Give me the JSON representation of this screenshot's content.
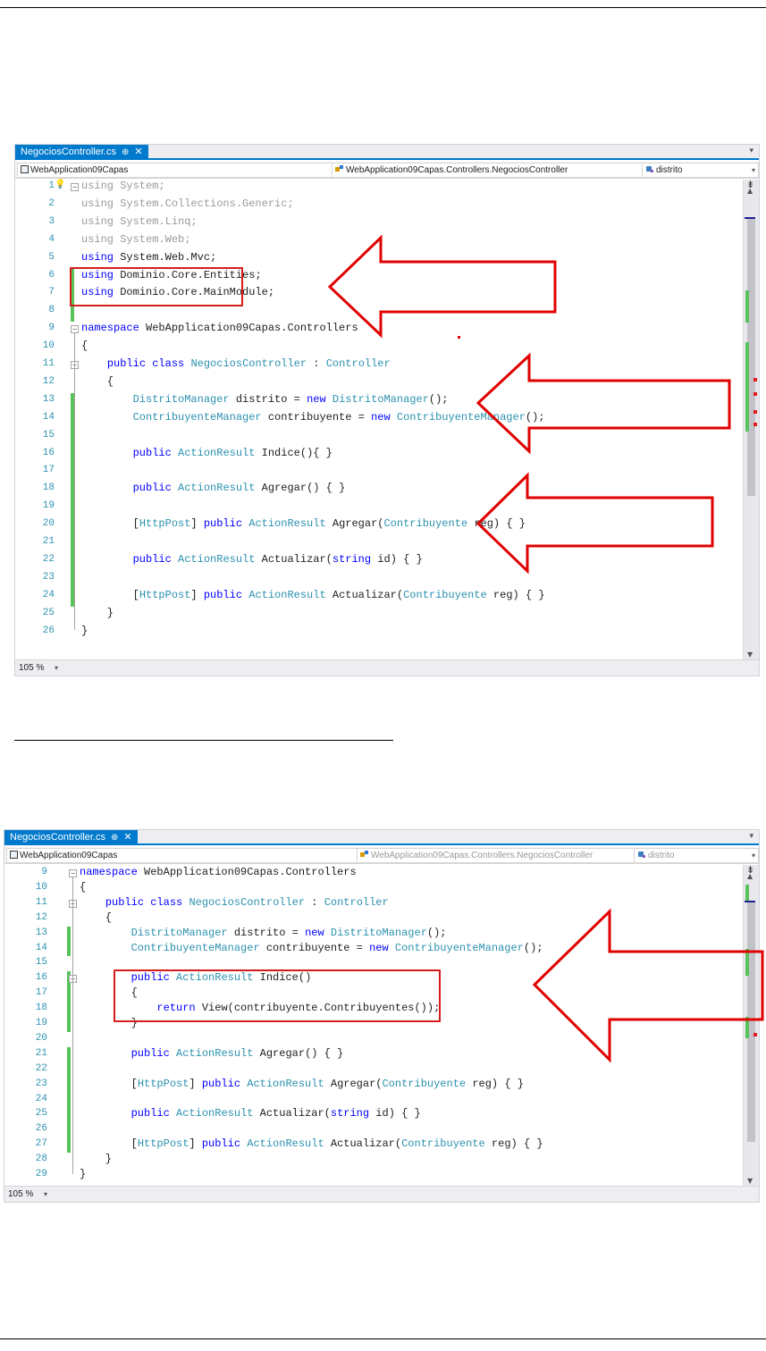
{
  "editor_1": {
    "tab": {
      "title": "NegociosController.cs",
      "pin": "⊕",
      "close": "✕"
    },
    "nav": {
      "project": "WebApplication09Capas",
      "class_path": "WebApplication09Capas.Controllers.NegociosController",
      "member": "distrito"
    },
    "zoom": "105 %",
    "lines": [
      {
        "n": "1",
        "tokens": [
          [
            "dim",
            "using System;"
          ]
        ]
      },
      {
        "n": "2",
        "tokens": [
          [
            "dim",
            "using System.Collections.Generic;"
          ]
        ]
      },
      {
        "n": "3",
        "tokens": [
          [
            "dim",
            "using System.Linq;"
          ]
        ]
      },
      {
        "n": "4",
        "tokens": [
          [
            "dim",
            "using System.Web;"
          ]
        ]
      },
      {
        "n": "5",
        "tokens": [
          [
            "kw",
            "using"
          ],
          [
            "",
            "System.Web.Mvc;"
          ]
        ]
      },
      {
        "n": "6",
        "tokens": [
          [
            "kw",
            "using"
          ],
          [
            "",
            "Dominio.Core.Entities;"
          ]
        ]
      },
      {
        "n": "7",
        "tokens": [
          [
            "kw",
            "using"
          ],
          [
            "",
            "Dominio.Core.MainModule;"
          ]
        ]
      },
      {
        "n": "8",
        "tokens": []
      },
      {
        "n": "9",
        "tokens": [
          [
            "kw",
            "namespace"
          ],
          [
            "",
            "WebApplication09Capas.Controllers"
          ]
        ]
      },
      {
        "n": "10",
        "tokens": [
          [
            "",
            "{"
          ]
        ]
      },
      {
        "n": "11",
        "tokens": [
          [
            "",
            "    "
          ],
          [
            "kw",
            "public"
          ],
          [
            "kw",
            "class"
          ],
          [
            "ty",
            "NegociosController"
          ],
          [
            "",
            ":"
          ],
          [
            "ty",
            "Controller"
          ]
        ]
      },
      {
        "n": "12",
        "tokens": [
          [
            "",
            "    {"
          ]
        ]
      },
      {
        "n": "13",
        "tokens": [
          [
            "",
            "        "
          ],
          [
            "ty",
            "DistritoManager"
          ],
          [
            "",
            "distrito ="
          ],
          [
            "kw",
            "new"
          ],
          [
            "ty",
            "DistritoManager"
          ],
          [
            "",
            "();"
          ]
        ]
      },
      {
        "n": "14",
        "tokens": [
          [
            "",
            "        "
          ],
          [
            "ty",
            "ContribuyenteManager"
          ],
          [
            "",
            "contribuyente ="
          ],
          [
            "kw",
            "new"
          ],
          [
            "ty",
            "ContribuyenteManager"
          ],
          [
            "",
            "();"
          ]
        ]
      },
      {
        "n": "15",
        "tokens": []
      },
      {
        "n": "16",
        "tokens": [
          [
            "",
            "        "
          ],
          [
            "kw",
            "public"
          ],
          [
            "ty",
            "ActionResult"
          ],
          [
            "",
            "Indice(){ }"
          ]
        ]
      },
      {
        "n": "17",
        "tokens": []
      },
      {
        "n": "18",
        "tokens": [
          [
            "",
            "        "
          ],
          [
            "kw",
            "public"
          ],
          [
            "ty",
            "ActionResult"
          ],
          [
            "",
            "Agregar() { }"
          ]
        ]
      },
      {
        "n": "19",
        "tokens": []
      },
      {
        "n": "20",
        "tokens": [
          [
            "",
            "        ["
          ],
          [
            "ty",
            "HttpPost"
          ],
          [
            "",
            "]"
          ],
          [
            "kw",
            "public"
          ],
          [
            "ty",
            "ActionResult"
          ],
          [
            "",
            "Agregar("
          ],
          [
            "ty",
            "Contribuyente"
          ],
          [
            "",
            "reg) { }"
          ]
        ]
      },
      {
        "n": "21",
        "tokens": []
      },
      {
        "n": "22",
        "tokens": [
          [
            "",
            "        "
          ],
          [
            "kw",
            "public"
          ],
          [
            "ty",
            "ActionResult"
          ],
          [
            "",
            "Actualizar("
          ],
          [
            "kw",
            "string"
          ],
          [
            "",
            "id) { }"
          ]
        ]
      },
      {
        "n": "23",
        "tokens": []
      },
      {
        "n": "24",
        "tokens": [
          [
            "",
            "        ["
          ],
          [
            "ty",
            "HttpPost"
          ],
          [
            "",
            "]"
          ],
          [
            "kw",
            "public"
          ],
          [
            "ty",
            "ActionResult"
          ],
          [
            "",
            "Actualizar("
          ],
          [
            "ty",
            "Contribuyente"
          ],
          [
            "",
            "reg) { }"
          ]
        ]
      },
      {
        "n": "25",
        "tokens": [
          [
            "",
            "    }"
          ]
        ]
      },
      {
        "n": "26",
        "tokens": [
          [
            "",
            "}"
          ]
        ]
      }
    ]
  },
  "editor_2": {
    "tab": {
      "title": "NegociosController.cs",
      "pin": "⊕",
      "close": "✕"
    },
    "nav": {
      "project": "WebApplication09Capas",
      "class_path": "WebApplication09Capas.Controllers.NegociosController",
      "member": "distrito"
    },
    "zoom": "105 %",
    "lines": [
      {
        "n": "9",
        "tokens": [
          [
            "kw",
            "namespace"
          ],
          [
            "",
            "WebApplication09Capas.Controllers"
          ]
        ]
      },
      {
        "n": "10",
        "tokens": [
          [
            "",
            "{"
          ]
        ]
      },
      {
        "n": "11",
        "tokens": [
          [
            "",
            "    "
          ],
          [
            "kw",
            "public"
          ],
          [
            "kw",
            "class"
          ],
          [
            "ty",
            "NegociosController"
          ],
          [
            "",
            ":"
          ],
          [
            "ty",
            "Controller"
          ]
        ]
      },
      {
        "n": "12",
        "tokens": [
          [
            "",
            "    {"
          ]
        ]
      },
      {
        "n": "13",
        "tokens": [
          [
            "",
            "        "
          ],
          [
            "ty",
            "DistritoManager"
          ],
          [
            "",
            "distrito ="
          ],
          [
            "kw",
            "new"
          ],
          [
            "ty",
            "DistritoManager"
          ],
          [
            "",
            "();"
          ]
        ]
      },
      {
        "n": "14",
        "tokens": [
          [
            "",
            "        "
          ],
          [
            "ty",
            "ContribuyenteManager"
          ],
          [
            "",
            "contribuyente ="
          ],
          [
            "kw",
            "new"
          ],
          [
            "ty",
            "ContribuyenteManager"
          ],
          [
            "",
            "();"
          ]
        ]
      },
      {
        "n": "15",
        "tokens": []
      },
      {
        "n": "16",
        "tokens": [
          [
            "",
            "        "
          ],
          [
            "kw",
            "public"
          ],
          [
            "ty",
            "ActionResult"
          ],
          [
            "",
            "Indice()"
          ]
        ]
      },
      {
        "n": "17",
        "tokens": [
          [
            "",
            "        {"
          ]
        ]
      },
      {
        "n": "18",
        "tokens": [
          [
            "",
            "            "
          ],
          [
            "kw",
            "return"
          ],
          [
            "",
            "View(contribuyente.Contribuyentes());"
          ]
        ]
      },
      {
        "n": "19",
        "tokens": [
          [
            "",
            "        }"
          ]
        ]
      },
      {
        "n": "20",
        "tokens": []
      },
      {
        "n": "21",
        "tokens": [
          [
            "",
            "        "
          ],
          [
            "kw",
            "public"
          ],
          [
            "ty",
            "ActionResult"
          ],
          [
            "",
            "Agregar() { }"
          ]
        ]
      },
      {
        "n": "22",
        "tokens": []
      },
      {
        "n": "23",
        "tokens": [
          [
            "",
            "        ["
          ],
          [
            "ty",
            "HttpPost"
          ],
          [
            "",
            "]"
          ],
          [
            "kw",
            "public"
          ],
          [
            "ty",
            "ActionResult"
          ],
          [
            "",
            "Agregar("
          ],
          [
            "ty",
            "Contribuyente"
          ],
          [
            "",
            "reg) { }"
          ]
        ]
      },
      {
        "n": "24",
        "tokens": []
      },
      {
        "n": "25",
        "tokens": [
          [
            "",
            "        "
          ],
          [
            "kw",
            "public"
          ],
          [
            "ty",
            "ActionResult"
          ],
          [
            "",
            "Actualizar("
          ],
          [
            "kw",
            "string"
          ],
          [
            "",
            "id) { }"
          ]
        ]
      },
      {
        "n": "26",
        "tokens": []
      },
      {
        "n": "27",
        "tokens": [
          [
            "",
            "        ["
          ],
          [
            "ty",
            "HttpPost"
          ],
          [
            "",
            "]"
          ],
          [
            "kw",
            "public"
          ],
          [
            "ty",
            "ActionResult"
          ],
          [
            "",
            "Actualizar("
          ],
          [
            "ty",
            "Contribuyente"
          ],
          [
            "",
            "reg) { }"
          ]
        ]
      },
      {
        "n": "28",
        "tokens": [
          [
            "",
            "    }"
          ]
        ]
      },
      {
        "n": "29",
        "tokens": [
          [
            "",
            "}"
          ]
        ]
      }
    ]
  },
  "colors": {
    "accent": "#007acc",
    "annotation_red": "#e00000",
    "changebar_green": "#57c35a",
    "keyword_blue": "#0000ff",
    "type_teal": "#2b91af"
  }
}
